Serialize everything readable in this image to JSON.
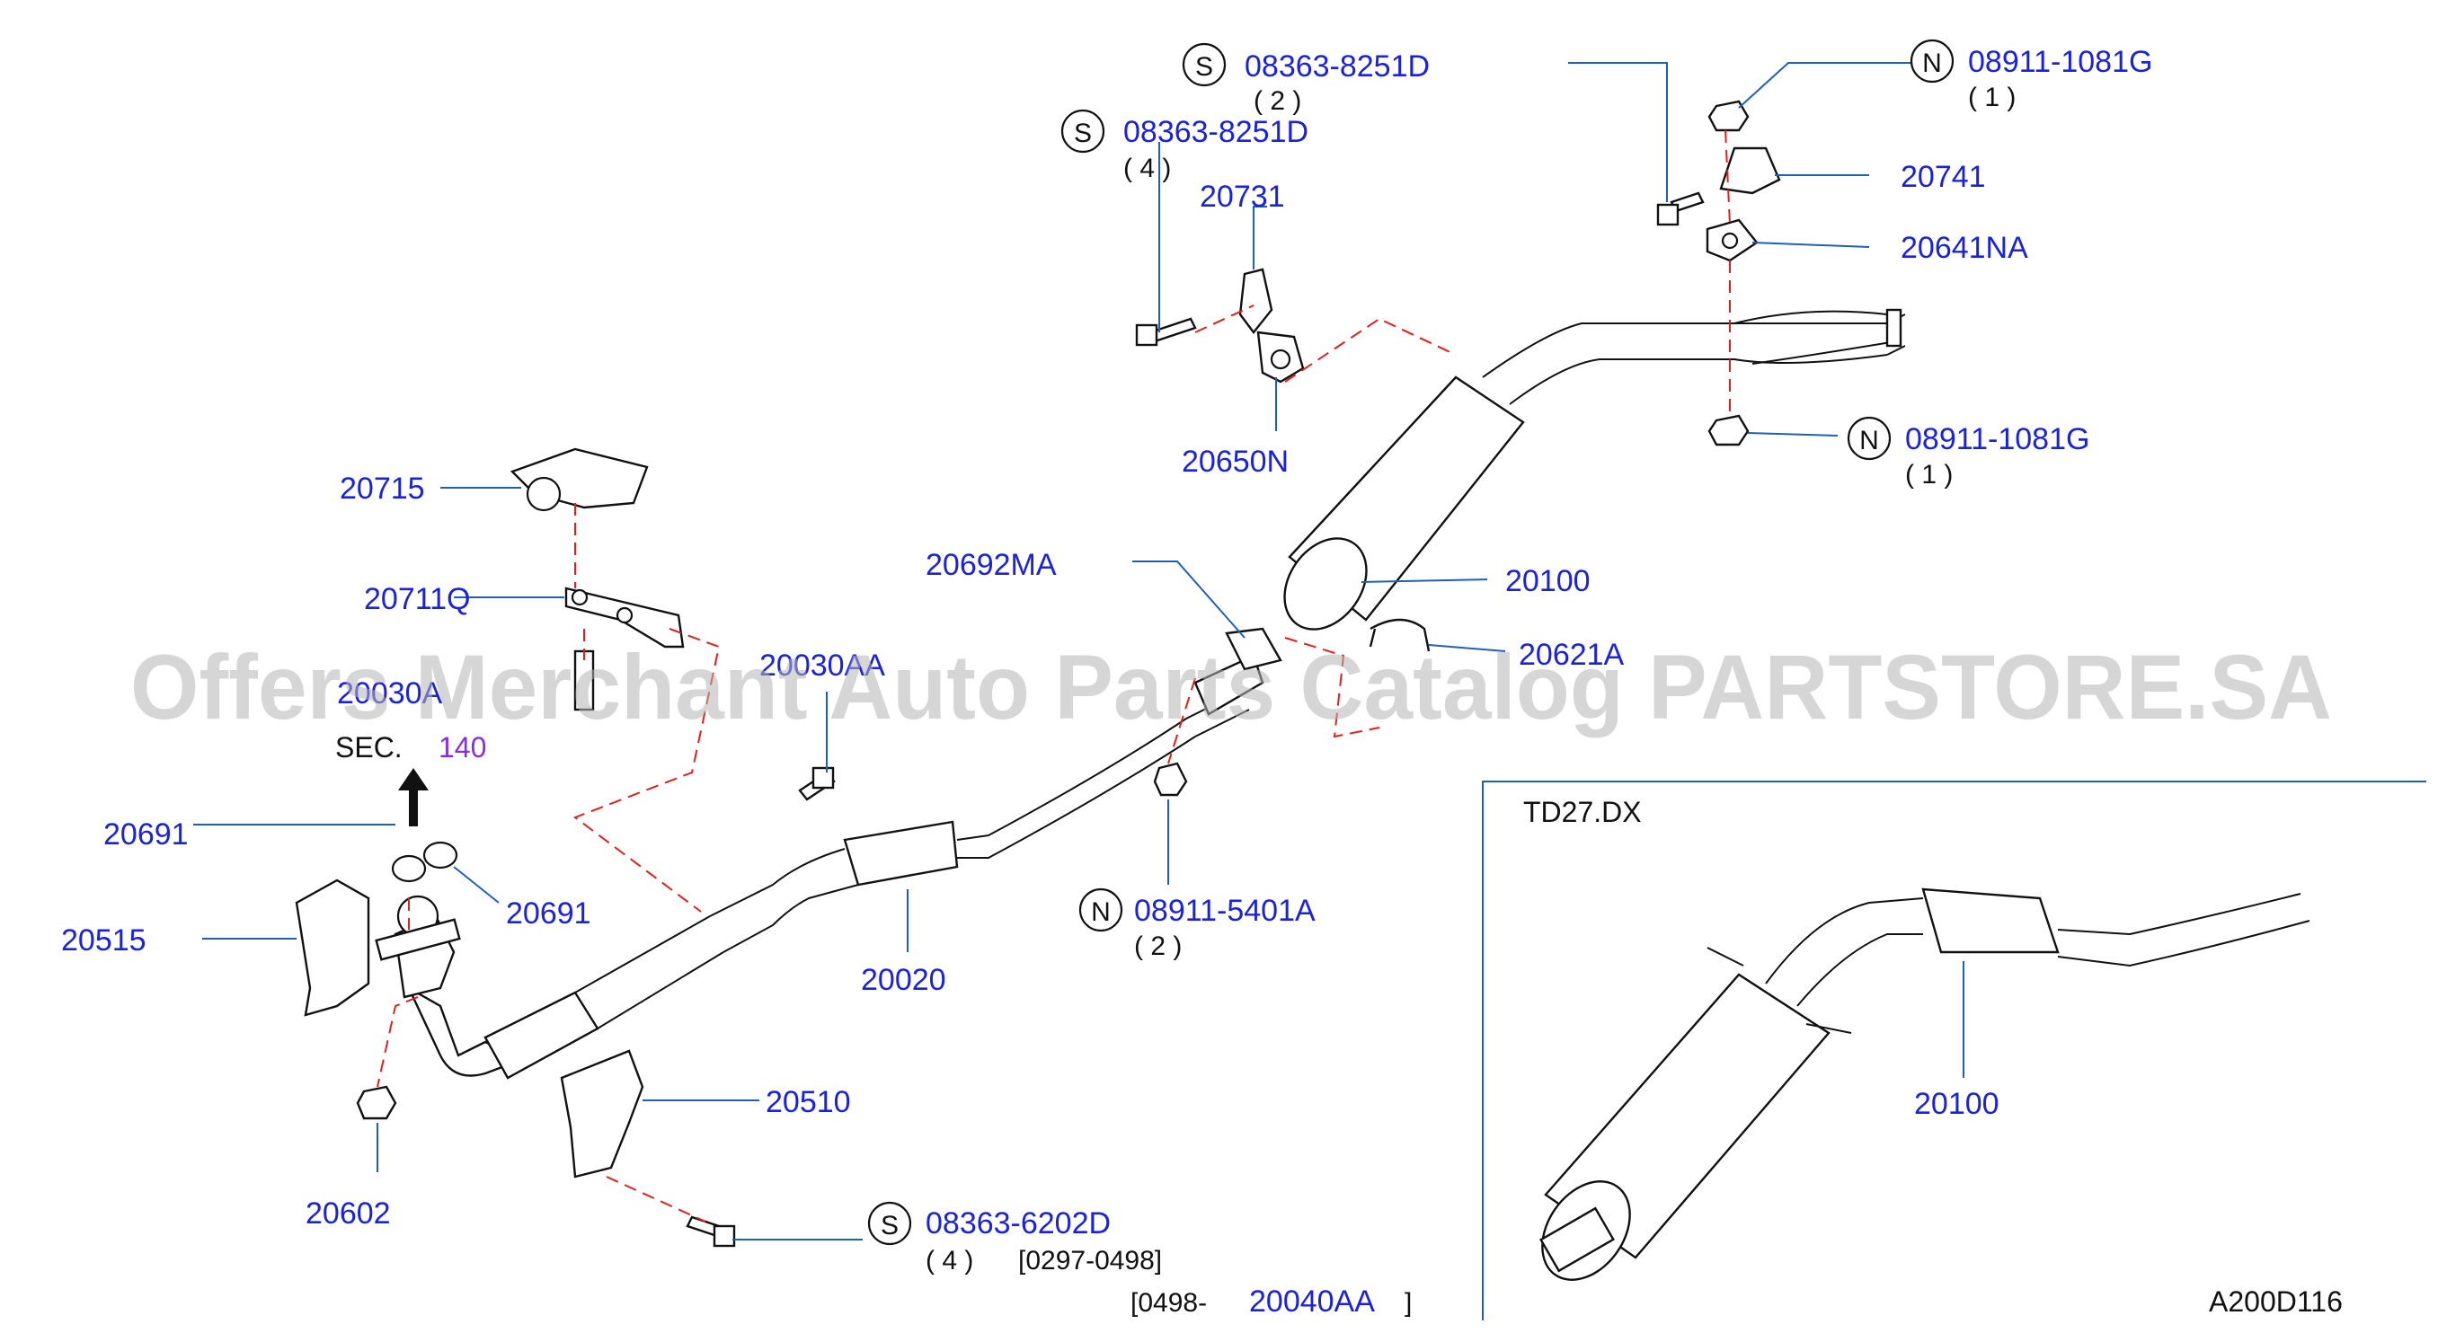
{
  "watermark": "Offers Merchant Auto Parts Catalog PARTSTORE.SA",
  "figure_code": "A200D116",
  "inset": {
    "title": "TD27.DX",
    "part": "20100"
  },
  "section_ref": {
    "label": "SEC.",
    "number": "140"
  },
  "part_labels": {
    "p08363_8251D_a": "08363-8251D",
    "qty_a": "( 2 )",
    "p08363_8251D_b": "08363-8251D",
    "qty_b": "( 4 )",
    "p20731": "20731",
    "p20650N": "20650N",
    "p08911_1081G_a": "08911-1081G",
    "qty_n1": "( 1 )",
    "p20741": "20741",
    "p20641NA": "20641NA",
    "p08911_1081G_b": "08911-1081G",
    "qty_n2": "( 1 )",
    "p20715": "20715",
    "p20711Q": "20711Q",
    "p20030A_left": "20030A",
    "p20030AA": "20030AA",
    "p20692MA": "20692MA",
    "p20100": "20100",
    "p20621A": "20621A",
    "p20691_a": "20691",
    "p20691_b": "20691",
    "p20515": "20515",
    "p20020": "20020",
    "p08911_5401A": "08911-5401A",
    "qty_n3": "( 2 )",
    "p20510": "20510",
    "p20602": "20602",
    "p08363_6202D": "08363-6202D",
    "qty_c": "( 4 )",
    "date_range_a": "[0297-0498]",
    "date_prefix_b": "[0498-",
    "p20040AA": "20040AA",
    "date_suffix_b": "]"
  },
  "markers": {
    "s": "S",
    "n": "N"
  }
}
